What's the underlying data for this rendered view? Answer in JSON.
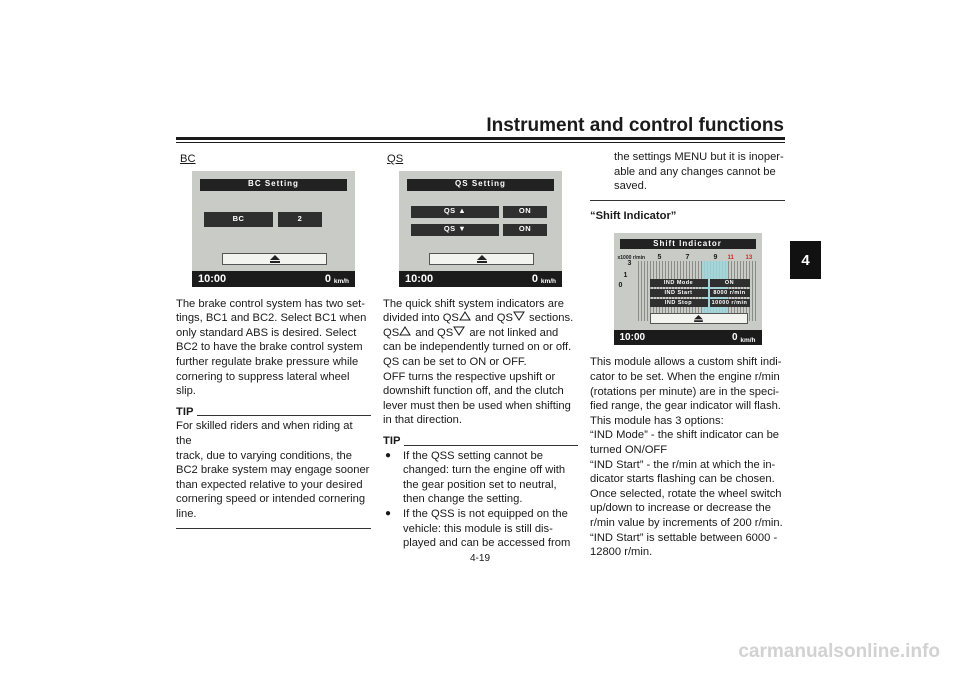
{
  "header": {
    "title": "Instrument and control functions",
    "chapter": "4"
  },
  "page_number": "4-19",
  "watermark": "carmanualsonline.info",
  "col1": {
    "section": "BC",
    "screen": {
      "title": "BC Setting",
      "button_label": "BC",
      "value": "2",
      "time": "10:00",
      "speed": "0",
      "unit": "km/h"
    },
    "lines": [
      "The brake control system has two set-",
      "tings, BC1 and BC2. Select BC1 when",
      "only standard ABS is desired. Select",
      "BC2 to have the brake control system",
      "further regulate brake pressure while",
      "cornering to suppress lateral wheel",
      "slip."
    ],
    "tip_label": "TIP",
    "tip_lines": [
      "For skilled riders and when riding at the",
      "track, due to varying conditions, the",
      "BC2 brake system may engage sooner",
      "than expected relative to your desired",
      "cornering speed or intended cornering",
      "line."
    ]
  },
  "col2": {
    "section": "QS",
    "screen": {
      "title": "QS Setting",
      "row1_label": "QS ▲",
      "row1_value": "ON",
      "row2_label": "QS ▼",
      "row2_value": "ON",
      "time": "10:00",
      "speed": "0",
      "unit": "km/h"
    },
    "lines_a": [
      "The quick shift system indicators are"
    ],
    "line_b": {
      "p1": "divided into QS",
      "p2": " and QS",
      "p3": " sections."
    },
    "line_c": {
      "p1": "QS",
      "p2": " and QS",
      "p3": " are not linked and"
    },
    "lines_d": [
      "can be independently turned on or off.",
      "QS can be set to ON or OFF.",
      "OFF turns the respective upshift or",
      "downshift function off, and the clutch",
      "lever must then be used when shifting",
      "in that direction."
    ],
    "tip_label": "TIP",
    "bullet1": [
      "If the QSS setting cannot be",
      "changed: turn the engine off with",
      "the gear position set to neutral,",
      "then change the setting."
    ],
    "bullet2": [
      "If the QSS is not equipped on the",
      "vehicle: this module is still dis-",
      "played and can be accessed from"
    ]
  },
  "col3": {
    "cont_lines": [
      "the settings MENU but it is inoper-",
      "able and any changes cannot be",
      "saved."
    ],
    "heading": "“Shift Indicator”",
    "screen": {
      "title": "Shift Indicator",
      "scale": "x1000 r/min",
      "ticks": [
        "3",
        "5",
        "7",
        "9",
        "11",
        "13"
      ],
      "gear_numbers": [
        "1",
        "0"
      ],
      "rows": [
        {
          "label": "IND Mode",
          "value": "ON"
        },
        {
          "label": "IND Start",
          "value": "8000 r/min"
        },
        {
          "label": "IND Stop",
          "value": "10000 r/min"
        }
      ],
      "time": "10:00",
      "speed": "0",
      "unit": "km/h"
    },
    "lines": [
      "This module allows a custom shift indi-",
      "cator to be set. When the engine r/min",
      "(rotations per minute) are in the speci-",
      "fied range, the gear indicator will flash.",
      "This module has 3 options:",
      "“IND Mode” - the shift indicator can be",
      "turned ON/OFF",
      "“IND Start” - the r/min at which the in-",
      "dicator starts flashing can be chosen.",
      "Once selected, rotate the wheel switch",
      "up/down to increase or decrease the",
      "r/min value by increments of 200 r/min.",
      "“IND Start” is settable between 6000 -",
      "12800 r/min."
    ]
  }
}
